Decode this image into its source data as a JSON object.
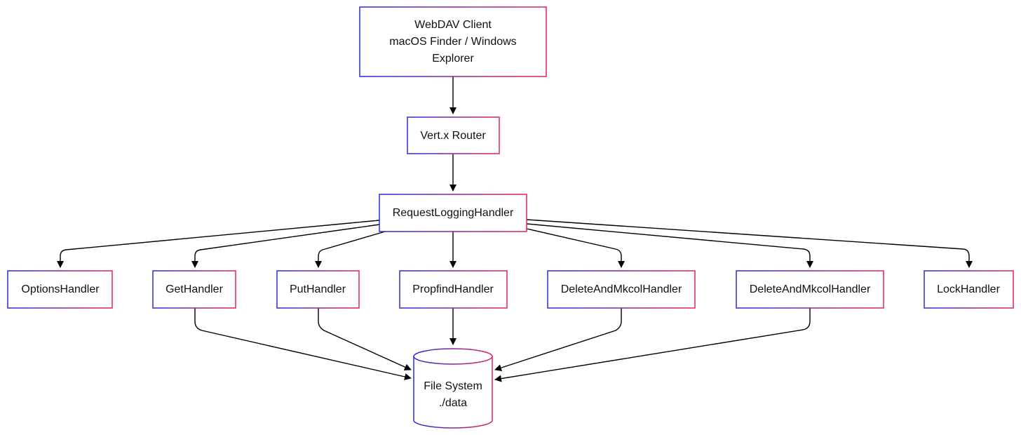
{
  "colors": {
    "border_left": "#2b2bd6",
    "border_right": "#e0245e",
    "edge": "#000000",
    "text": "#111111",
    "background": "#ffffff"
  },
  "nodes": {
    "webdav_client": {
      "lines": [
        "WebDAV Client",
        "macOS Finder / Windows",
        "Explorer"
      ]
    },
    "vertx_router": {
      "lines": [
        "Vert.x Router"
      ]
    },
    "request_logging": {
      "lines": [
        "RequestLoggingHandler"
      ]
    },
    "options_handler": {
      "lines": [
        "OptionsHandler"
      ]
    },
    "get_handler": {
      "lines": [
        "GetHandler"
      ]
    },
    "put_handler": {
      "lines": [
        "PutHandler"
      ]
    },
    "propfind_handler": {
      "lines": [
        "PropfindHandler"
      ]
    },
    "delete_mkcol_handler_1": {
      "lines": [
        "DeleteAndMkcolHandler"
      ]
    },
    "delete_mkcol_handler_2": {
      "lines": [
        "DeleteAndMkcolHandler"
      ]
    },
    "lock_handler": {
      "lines": [
        "LockHandler"
      ]
    },
    "file_system": {
      "lines": [
        "File System",
        "./data"
      ]
    }
  },
  "edges": [
    {
      "from": "webdav_client",
      "to": "vertx_router"
    },
    {
      "from": "vertx_router",
      "to": "request_logging"
    },
    {
      "from": "request_logging",
      "to": "options_handler"
    },
    {
      "from": "request_logging",
      "to": "get_handler"
    },
    {
      "from": "request_logging",
      "to": "put_handler"
    },
    {
      "from": "request_logging",
      "to": "propfind_handler"
    },
    {
      "from": "request_logging",
      "to": "delete_mkcol_handler_1"
    },
    {
      "from": "request_logging",
      "to": "delete_mkcol_handler_2"
    },
    {
      "from": "request_logging",
      "to": "lock_handler"
    },
    {
      "from": "get_handler",
      "to": "file_system"
    },
    {
      "from": "put_handler",
      "to": "file_system"
    },
    {
      "from": "propfind_handler",
      "to": "file_system"
    },
    {
      "from": "delete_mkcol_handler_1",
      "to": "file_system"
    },
    {
      "from": "delete_mkcol_handler_2",
      "to": "file_system"
    }
  ]
}
